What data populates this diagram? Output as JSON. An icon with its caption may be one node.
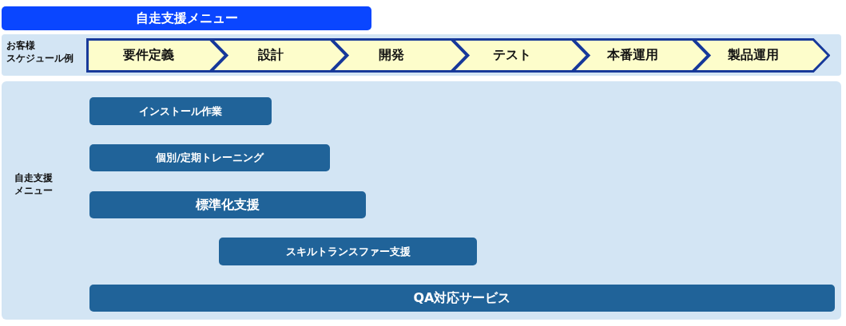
{
  "diagram": {
    "title": "自走支援メニュー",
    "nodes": [
      {
        "text": [
          "お客様スケジュール例"
        ]
      },
      {
        "text": [
          "要件定義"
        ],
        "in": 0
      },
      {
        "text": [
          "設計"
        ],
        "in": 0
      },
      {
        "text": [
          "開発"
        ],
        "in": 0
      },
      {
        "text": [
          "テスト"
        ],
        "in": 0
      },
      {
        "text": [
          "本番運用"
        ],
        "in": 0
      },
      {
        "text": [
          "製品運用"
        ],
        "in": 0
      },
      {
        "text": [
          "自走支援メニュー"
        ]
      },
      {
        "text": [
          "インストール作業"
        ],
        "in": 7
      },
      {
        "text": [
          "個別/定期トレーニング"
        ],
        "in": 7
      },
      {
        "text": [
          "標準化支援"
        ],
        "in": 7
      },
      {
        "text": [
          "スキルトランスファー支援"
        ],
        "in": 7
      },
      {
        "text": [
          "QA対応サービス"
        ],
        "in": 7
      }
    ]
  }
}
